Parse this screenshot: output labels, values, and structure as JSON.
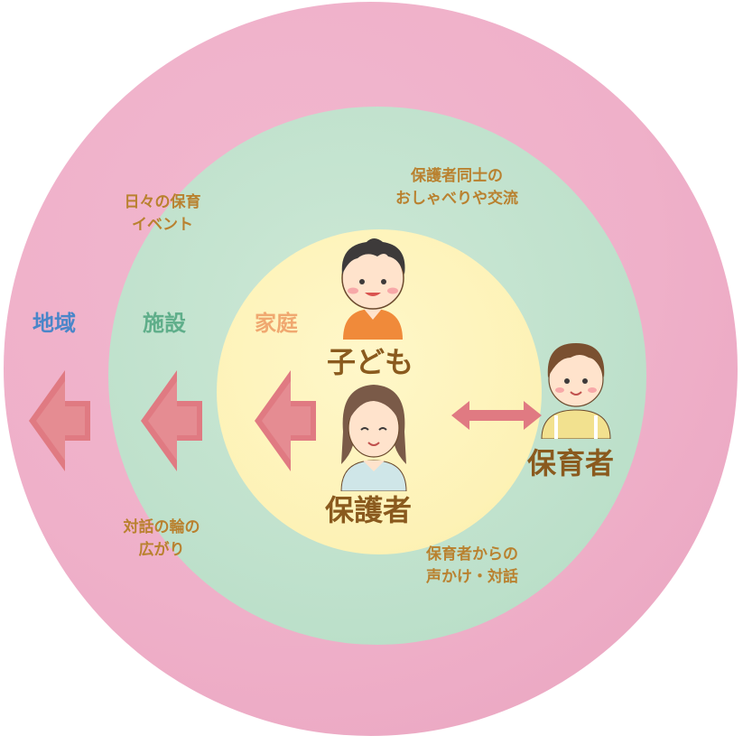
{
  "zones": {
    "community": "地域",
    "facility": "施設",
    "home": "家庭"
  },
  "people": {
    "child": "子ども",
    "guardian": "保護者",
    "caregiver": "保育者"
  },
  "annotations": {
    "daily": [
      "日々の保育",
      "イベント"
    ],
    "peer": [
      "保護者同士の",
      "おしゃべりや交流"
    ],
    "dialogue": [
      "対話の輪の",
      "広がり"
    ],
    "caregiver_talk": [
      "保育者からの",
      "声かけ・対話"
    ]
  },
  "colors": {
    "outer_ring": "#efb0c9",
    "middle_ring": "#bfe1cc",
    "inner_circle": "#fdf2b6",
    "community_label": "#4a86c9",
    "facility_label": "#5fae8a",
    "home_label": "#f0a870",
    "people_label": "#8a5a1e",
    "annotation": "#b9812f",
    "arrow": "#e07a82"
  }
}
